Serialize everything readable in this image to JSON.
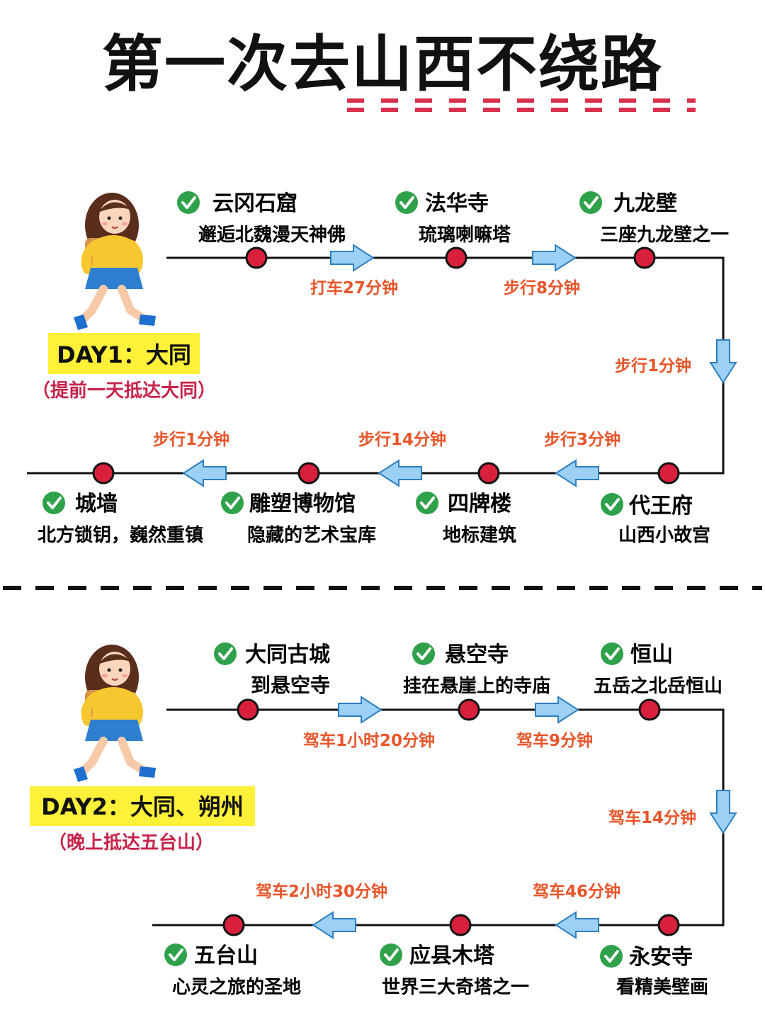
{
  "title": "第一次去山西不绕路",
  "day1": {
    "label": "DAY1：大同",
    "note": "（提前一天抵达大同）",
    "row1": {
      "stops": [
        {
          "name": "云冈石窟",
          "desc": "邂逅北魏漫天神佛"
        },
        {
          "name": "法华寺",
          "desc": "琉璃喇嘛塔"
        },
        {
          "name": "九龙壁",
          "desc": "三座九龙壁之一"
        }
      ],
      "legs": [
        "打车27分钟",
        "步行8分钟"
      ]
    },
    "down_leg": "步行1分钟",
    "row2": {
      "stops": [
        {
          "name": "代王府",
          "desc": "山西小故宫"
        },
        {
          "name": "四牌楼",
          "desc": "地标建筑"
        },
        {
          "name": "雕塑博物馆",
          "desc": "隐藏的艺术宝库"
        },
        {
          "name": "城墙",
          "desc": "北方锁钥，巍然重镇"
        }
      ],
      "legs": [
        "步行3分钟",
        "步行14分钟",
        "步行1分钟"
      ]
    }
  },
  "day2": {
    "label": "DAY2：大同、朔州",
    "note": "（晚上抵达五台山）",
    "row1": {
      "stops": [
        {
          "name": "大同古城",
          "desc": "到悬空寺"
        },
        {
          "name": "悬空寺",
          "desc": "挂在悬崖上的寺庙"
        },
        {
          "name": "恒山",
          "desc": "五岳之北岳恒山"
        }
      ],
      "legs": [
        "驾车1小时20分钟",
        "驾车9分钟"
      ]
    },
    "down_leg": "驾车14分钟",
    "row2": {
      "stops": [
        {
          "name": "永安寺",
          "desc": "看精美壁画"
        },
        {
          "name": "应县木塔",
          "desc": "世界三大奇塔之一"
        },
        {
          "name": "五台山",
          "desc": "心灵之旅的圣地"
        }
      ],
      "legs": [
        "驾车46分钟",
        "驾车2小时30分钟"
      ]
    }
  },
  "colors": {
    "accent_red": "#d8304a",
    "dot_red": "#d81f3c",
    "leg_orange": "#e8552a",
    "label_yellow": "#fff03a",
    "note_red": "#c8234a",
    "arrow_blue": "#9dd0f5",
    "check_green": "#2ea14a"
  }
}
